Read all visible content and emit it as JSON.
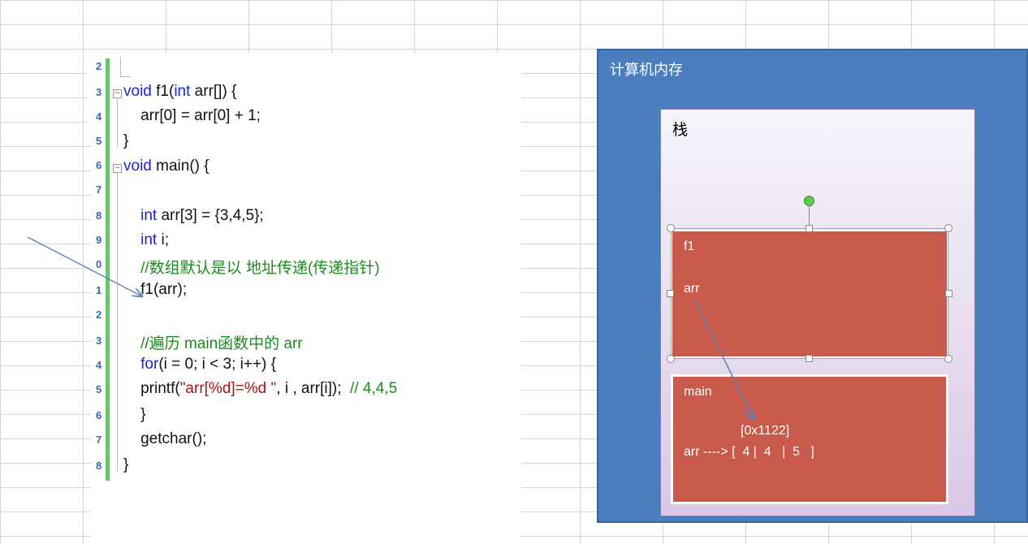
{
  "code": {
    "line_numbers": [
      "2",
      "3",
      "4",
      "5",
      "6",
      "7",
      "8",
      "9",
      "0",
      "1",
      "2",
      "3",
      "4",
      "5",
      "6",
      "7",
      "8"
    ],
    "lines": [
      {
        "parts": [
          {
            "t": "void",
            "c": "kw"
          },
          {
            "t": " f1(",
            "c": ""
          },
          {
            "t": "int",
            "c": "kw"
          },
          {
            "t": " arr[]) {",
            "c": ""
          }
        ]
      },
      {
        "parts": [
          {
            "t": "    arr[0] = arr[0] + 1;",
            "c": ""
          }
        ]
      },
      {
        "parts": [
          {
            "t": "}",
            "c": ""
          }
        ]
      },
      {
        "parts": [
          {
            "t": "void",
            "c": "kw"
          },
          {
            "t": " main() {",
            "c": ""
          }
        ]
      },
      {
        "parts": [
          {
            "t": "    ",
            "c": ""
          },
          {
            "t": "int",
            "c": "kw"
          },
          {
            "t": " arr[3] = {3,4,5};",
            "c": ""
          }
        ]
      },
      {
        "parts": [
          {
            "t": "    ",
            "c": ""
          },
          {
            "t": "int",
            "c": "kw"
          },
          {
            "t": " i;",
            "c": ""
          }
        ]
      },
      {
        "parts": [
          {
            "t": "    //数组默认是以 地址传递(传递指针)",
            "c": "cm"
          }
        ]
      },
      {
        "parts": [
          {
            "t": "    f1(arr);",
            "c": ""
          }
        ]
      },
      {
        "parts": [
          {
            "t": "    //遍历 main函数中的 arr",
            "c": "cm"
          }
        ]
      },
      {
        "parts": [
          {
            "t": "    ",
            "c": ""
          },
          {
            "t": "for",
            "c": "kw"
          },
          {
            "t": "(i = 0; i < 3; i++) {",
            "c": ""
          }
        ]
      },
      {
        "parts": [
          {
            "t": "    printf(",
            "c": ""
          },
          {
            "t": "\"arr[%d]=%d \"",
            "c": "st"
          },
          {
            "t": ", i , arr[i]);  ",
            "c": ""
          },
          {
            "t": "// 4,4,5",
            "c": "cm"
          }
        ]
      },
      {
        "parts": [
          {
            "t": "    }",
            "c": ""
          }
        ]
      },
      {
        "parts": [
          {
            "t": "    getchar();",
            "c": ""
          }
        ]
      },
      {
        "parts": [
          {
            "t": "}",
            "c": ""
          }
        ]
      }
    ]
  },
  "memory": {
    "title": "计算机内存",
    "stack_title": "栈",
    "f1_frame": {
      "name": "f1",
      "var": "arr"
    },
    "main_frame": {
      "name": "main",
      "address": "[0x1122]",
      "array_line": "arr ----> [  4 |  4   |  5   ]"
    },
    "colors": {
      "panel": "#4a7ebf",
      "frame": "#c9594a",
      "arrow": "#5b7fb8"
    }
  }
}
